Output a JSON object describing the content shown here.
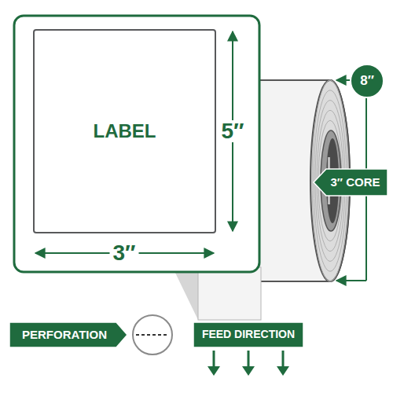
{
  "diagram": {
    "nodes": [
      {
        "text": [
          "LABEL"
        ]
      },
      {
        "text": [
          "8″"
        ]
      },
      {
        "text": [
          "3″ CORE"
        ]
      },
      {
        "text": [
          "PERFORATION"
        ]
      },
      {
        "text": [
          "FEED DIRECTION"
        ]
      }
    ],
    "labels": [
      "5″",
      "3″"
    ]
  }
}
